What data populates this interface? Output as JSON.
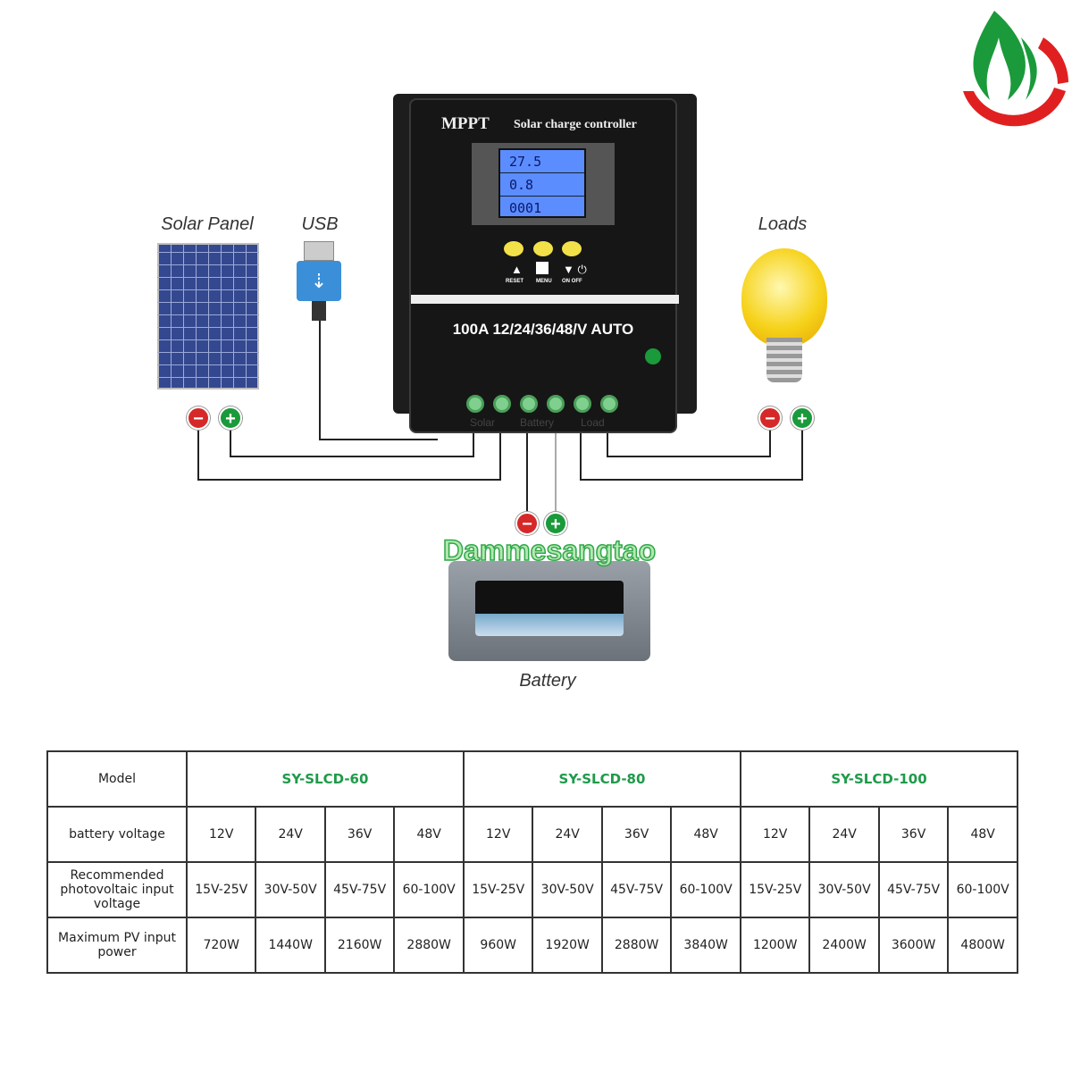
{
  "diagram": {
    "labels": {
      "solar_panel": "Solar Panel",
      "usb": "USB",
      "loads": "Loads",
      "battery": "Battery"
    },
    "controller": {
      "brand": "MPPT",
      "name": "Solar charge controller",
      "lcd": [
        "27.5",
        "0.8",
        "0001"
      ],
      "buttons": [
        "RESET",
        "MENU",
        "ON OFF"
      ],
      "rating": "100A 12/24/36/48/V AUTO",
      "terminals": [
        "Solar",
        "Battery",
        "Load"
      ]
    },
    "polarity": {
      "neg": "−",
      "pos": "+"
    },
    "watermark": "Dammesangtao",
    "colors": {
      "positive": "#1a9a3a",
      "negative": "#d62828",
      "model": "#1f9a4a"
    }
  },
  "table": {
    "row_headers": [
      "Model",
      "battery voltage",
      "Recommended photovoltaic input voltage",
      "Maximum PV input power"
    ],
    "models": [
      "SY-SLCD-60",
      "SY-SLCD-80",
      "SY-SLCD-100"
    ],
    "battery_voltage": [
      "12V",
      "24V",
      "36V",
      "48V",
      "12V",
      "24V",
      "36V",
      "48V",
      "12V",
      "24V",
      "36V",
      "48V"
    ],
    "pv_voltage": [
      "15V-25V",
      "30V-50V",
      "45V-75V",
      "60-100V",
      "15V-25V",
      "30V-50V",
      "45V-75V",
      "60-100V",
      "15V-25V",
      "30V-50V",
      "45V-75V",
      "60-100V"
    ],
    "max_power": [
      "720W",
      "1440W",
      "2160W",
      "2880W",
      "960W",
      "1920W",
      "2880W",
      "3840W",
      "1200W",
      "2400W",
      "3600W",
      "4800W"
    ]
  }
}
